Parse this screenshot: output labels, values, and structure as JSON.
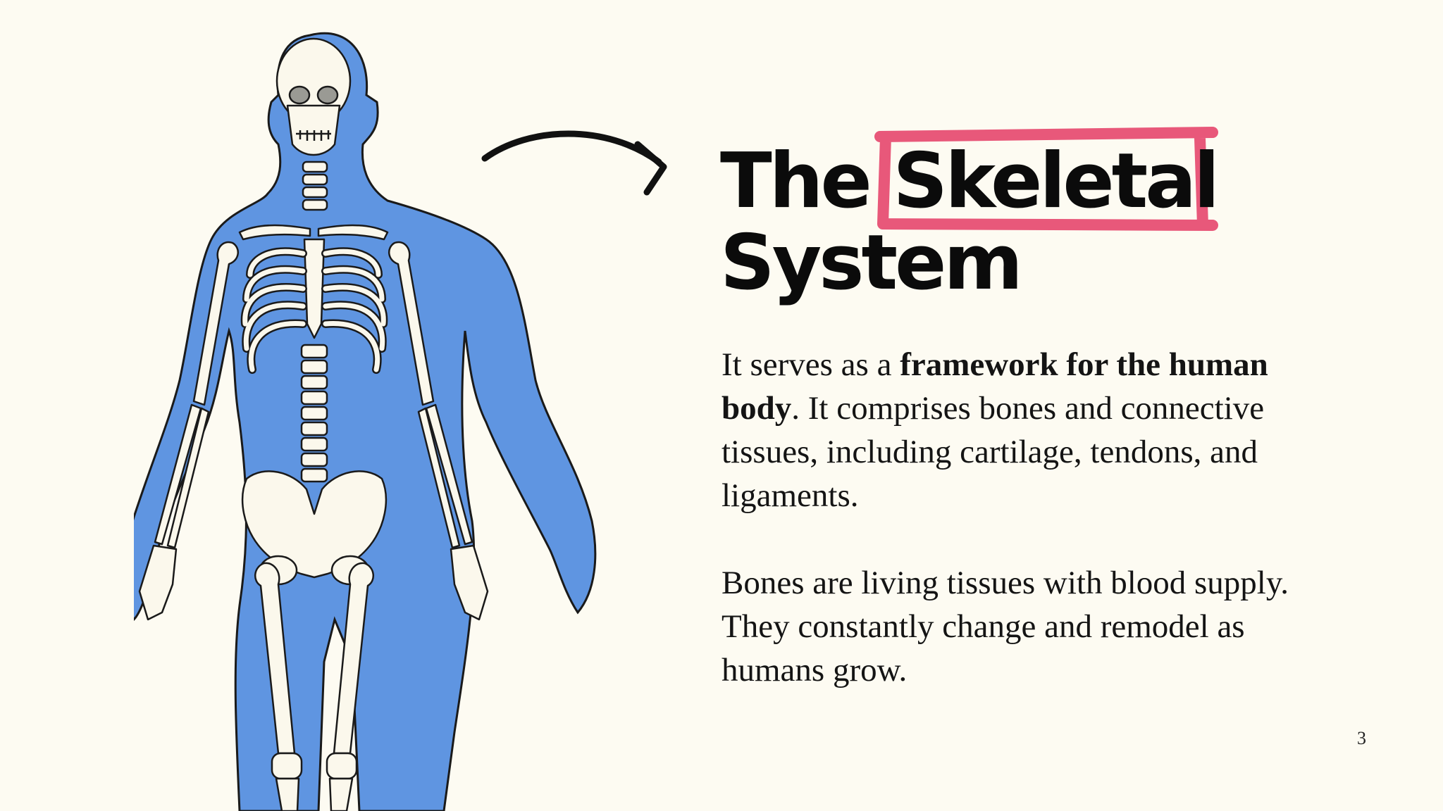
{
  "slide": {
    "title_prefix": "The",
    "title_highlight": "Skeletal",
    "title_line2": "System",
    "paragraph1": {
      "before": "It serves as a ",
      "bold": "framework for the human body",
      "after": ". It comprises bones and connective tissues, including cartilage, tendons, and ligaments."
    },
    "paragraph2": "Bones are living tissues with blood supply. They constantly change and remodel as humans grow.",
    "page_number": "3"
  },
  "colors": {
    "background": "#FDFBF2",
    "body_silhouette": "#5F95E1",
    "bone": "#FBF8EC",
    "outline": "#1a1a1a",
    "highlight_box": "#E8587A"
  }
}
